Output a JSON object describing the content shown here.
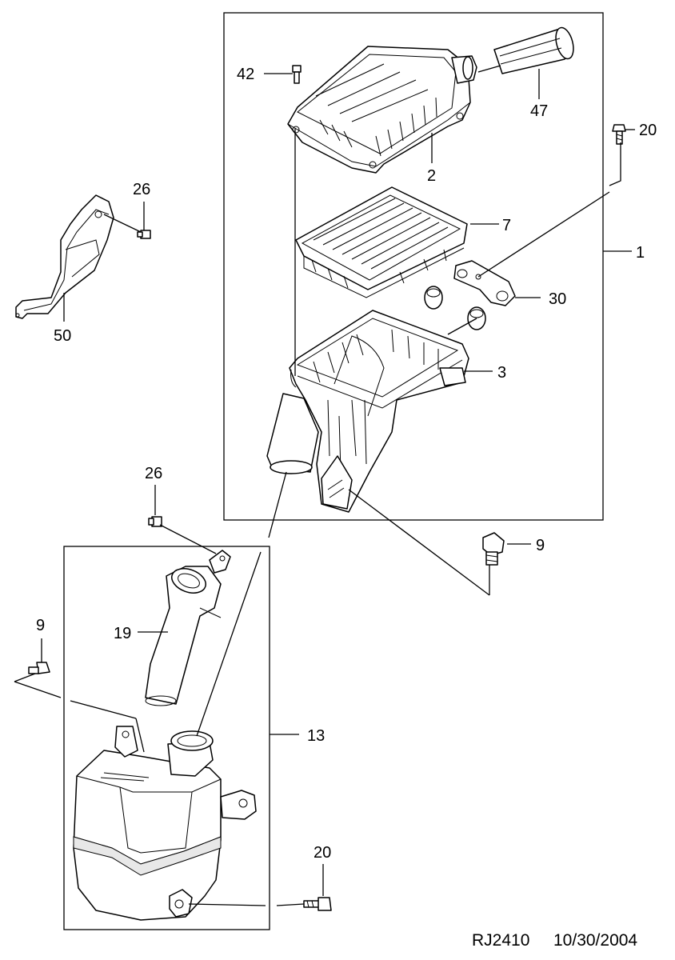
{
  "footer": {
    "code": "RJ2410",
    "date": "10/30/2004"
  },
  "callouts": [
    {
      "id": "c42",
      "text": "42"
    },
    {
      "id": "c47",
      "text": "47"
    },
    {
      "id": "c2",
      "text": "2"
    },
    {
      "id": "c20a",
      "text": "20"
    },
    {
      "id": "c26a",
      "text": "26"
    },
    {
      "id": "c7",
      "text": "7"
    },
    {
      "id": "c1",
      "text": "1"
    },
    {
      "id": "c30",
      "text": "30"
    },
    {
      "id": "c50",
      "text": "50"
    },
    {
      "id": "c3",
      "text": "3"
    },
    {
      "id": "c26b",
      "text": "26"
    },
    {
      "id": "c9a",
      "text": "9"
    },
    {
      "id": "c19",
      "text": "19"
    },
    {
      "id": "c9b",
      "text": "9"
    },
    {
      "id": "c13",
      "text": "13"
    },
    {
      "id": "c20b",
      "text": "20"
    }
  ]
}
